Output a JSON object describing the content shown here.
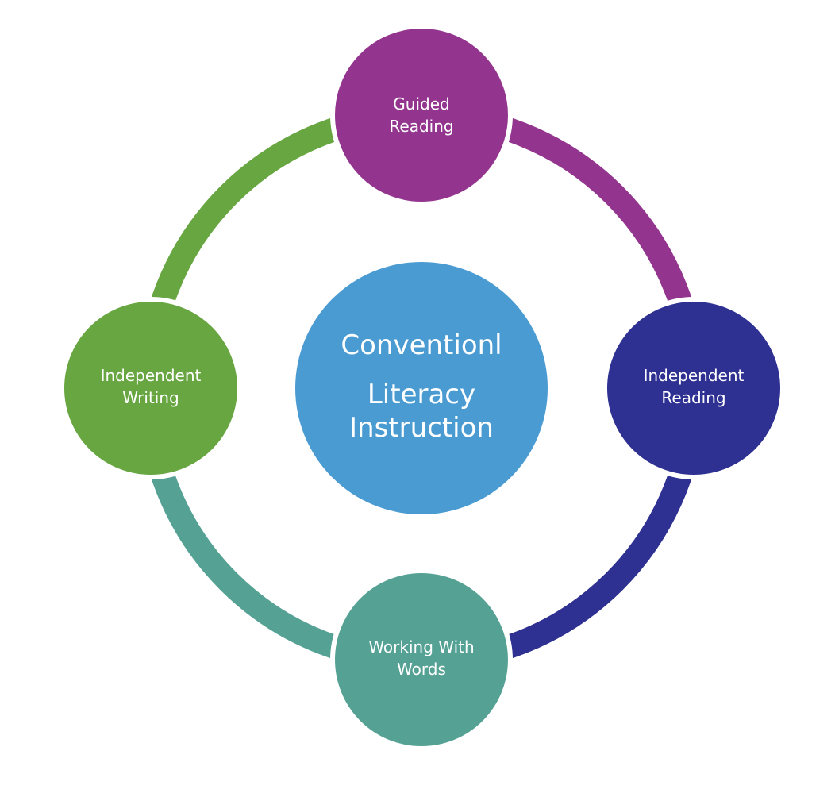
{
  "diagram": {
    "center": {
      "lines": [
        "Conventionl",
        "Literacy",
        "Instruction"
      ],
      "color": "#4A9BD2"
    },
    "nodes": [
      {
        "id": "top",
        "lines": [
          "Guided",
          "Reading"
        ],
        "color": "#93358E"
      },
      {
        "id": "right",
        "lines": [
          "Independent",
          "Reading"
        ],
        "color": "#2E3092"
      },
      {
        "id": "bottom",
        "lines": [
          "Working With",
          "Words"
        ],
        "color": "#55A295"
      },
      {
        "id": "left",
        "lines": [
          "Independent",
          "Writing"
        ],
        "color": "#67A641"
      }
    ]
  }
}
